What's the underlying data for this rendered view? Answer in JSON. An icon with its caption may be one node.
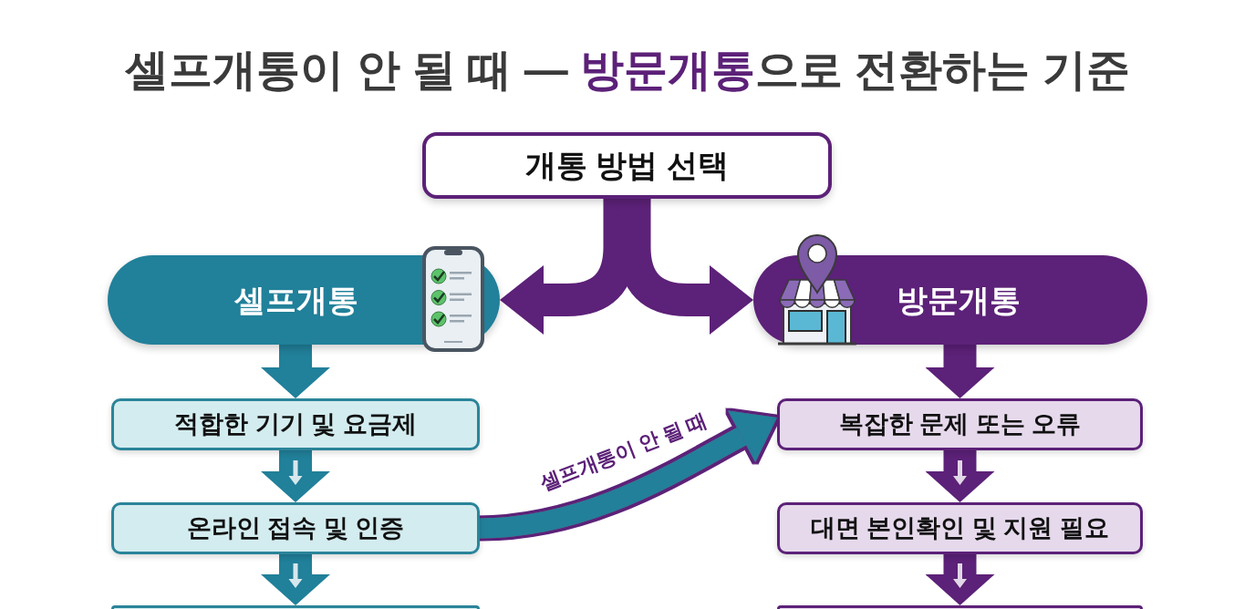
{
  "diagram": {
    "title": "셀프개통이 안 될 때 — **방문개통**으로 전환하는 기준",
    "nodes": [
      {
        "text": [
          "개통 방법 선택"
        ]
      },
      {
        "text": [
          "셀프개통"
        ]
      },
      {
        "text": [
          "방문개통"
        ]
      },
      {
        "text": [
          "적합한 기기 및 요금제"
        ]
      },
      {
        "text": [
          "복잡한 문제 또는 오류"
        ]
      },
      {
        "text": [
          "온라인 접속 및 인증"
        ]
      },
      {
        "text": [
          "대면 본인확인 및 지원 필요"
        ]
      },
      {
        "text": [],
        "shape": "box"
      },
      {
        "text": [],
        "shape": "box"
      }
    ],
    "edges": [
      {
        "from": 0,
        "to": 1,
        "arrow": "to"
      },
      {
        "from": 0,
        "to": 2,
        "arrow": "to"
      },
      {
        "from": 1,
        "to": 3,
        "arrow": "to",
        "color": "#21809a"
      },
      {
        "from": 3,
        "to": 5,
        "arrow": "to",
        "color": "#21809a"
      },
      {
        "from": 5,
        "to": 7,
        "arrow": "to",
        "color": "#21809a"
      },
      {
        "from": 2,
        "to": 4,
        "arrow": "to"
      },
      {
        "from": 4,
        "to": 6,
        "arrow": "to"
      },
      {
        "from": 6,
        "to": 8,
        "arrow": "to"
      },
      {
        "from": 5,
        "to": 4,
        "arrow": "to",
        "label": "셀프개통이 안 될 때",
        "color": "#21809a"
      }
    ]
  }
}
